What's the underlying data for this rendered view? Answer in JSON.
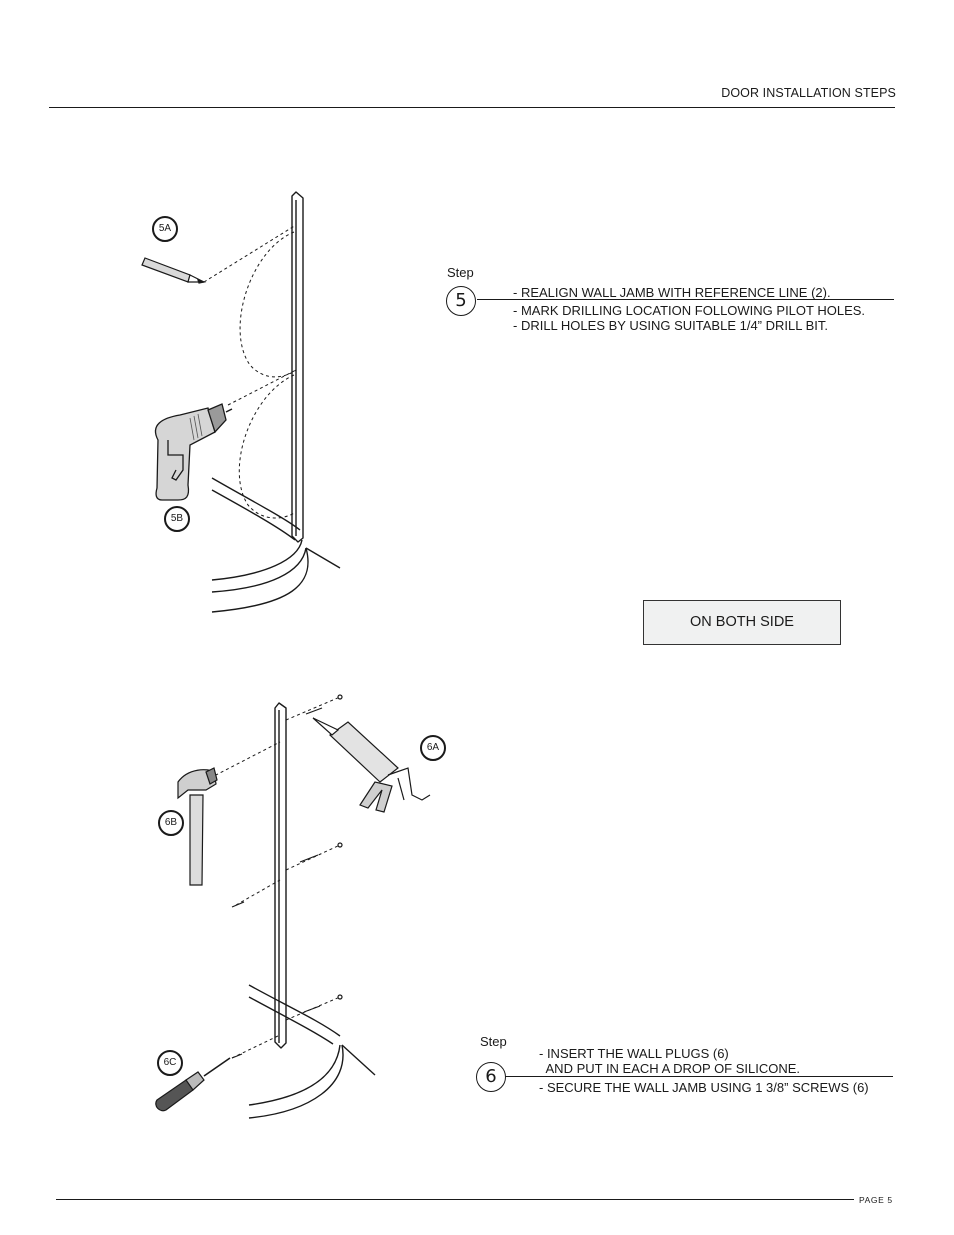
{
  "header": {
    "title": "DOOR INSTALLATION STEPS"
  },
  "footer": {
    "page": "PAGE 5"
  },
  "step5": {
    "label": "Step",
    "number": "5",
    "lines": [
      "- REALIGN WALL JAMB WITH REFERENCE LINE (2).",
      "- MARK DRILLING LOCATION FOLLOWING PILOT HOLES.",
      "- DRILL HOLES BY USING SUITABLE 1/4” DRILL BIT."
    ]
  },
  "note": "ON BOTH SIDE",
  "step6": {
    "label": "Step",
    "number": "6",
    "lines": [
      "- INSERT THE WALL PLUGS (6)",
      "  AND PUT IN EACH A DROP OF SILICONE.",
      "- SECURE THE WALL JAMB USING 1 3/8” SCREWS (6)"
    ]
  },
  "callouts": {
    "a5": "5A",
    "b5": "5B",
    "a6": "6A",
    "b6": "6B",
    "c6": "6C"
  },
  "icons": {
    "pencil": "pencil-icon",
    "drill": "drill-icon",
    "caulk_gun": "caulk-gun-icon",
    "hammer": "hammer-icon",
    "screwdriver": "screwdriver-icon"
  }
}
